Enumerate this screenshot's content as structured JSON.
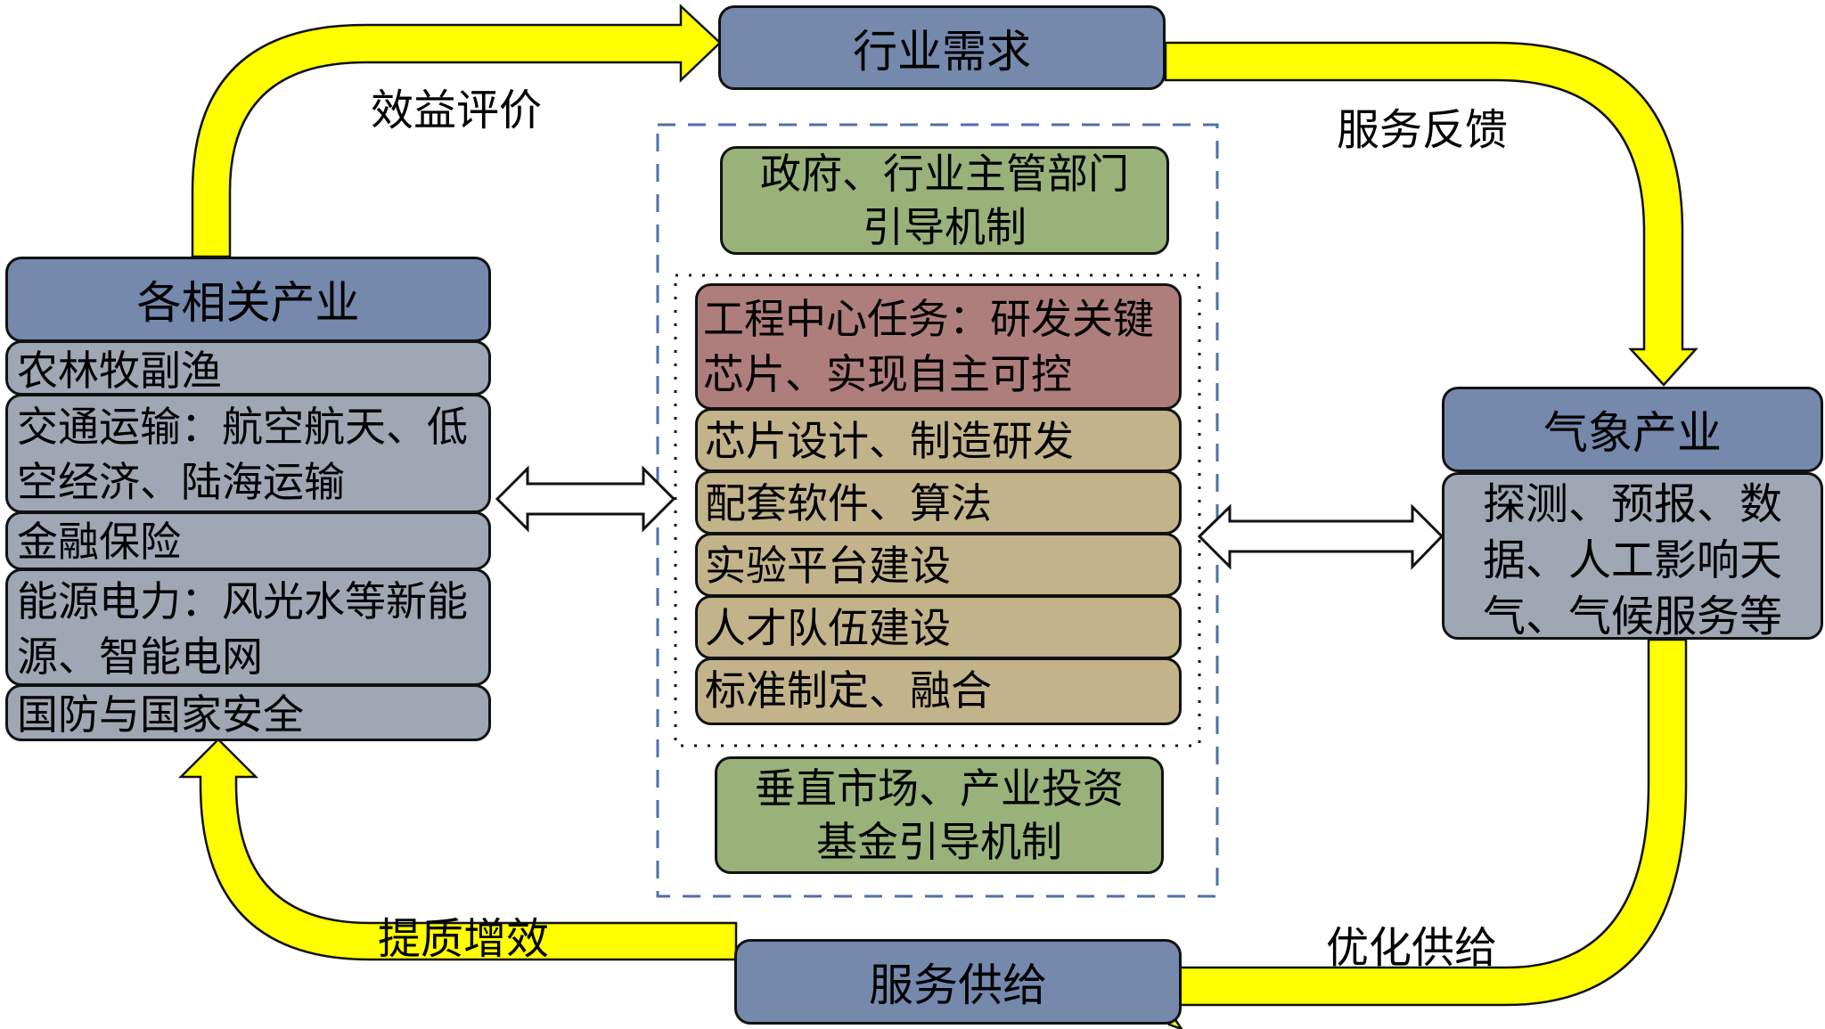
{
  "nodes": {
    "top": "行业需求",
    "right_header": "气象产业",
    "right_body": "探测、预报、数据、人工影响天气、气候服务等",
    "bottom": "服务供给",
    "left_header": "各相关产业",
    "left_items": [
      "农林牧副渔",
      "交通运输：航空航天、低空经济、陆海运输",
      "金融保险",
      "能源电力：风光水等新能源、智能电网",
      "国防与国家安全"
    ]
  },
  "center": {
    "top_mechanism": [
      "政府、行业主管部门",
      "引导机制"
    ],
    "core_task": "工程中心任务：研发关键芯片、实现自主可控",
    "tasks": [
      "芯片设计、制造研发",
      "配套软件、算法",
      "实验平台建设",
      "人才队伍建设",
      "标准制定、融合"
    ],
    "bottom_mechanism": [
      "垂直市场、产业投资",
      "基金引导机制"
    ]
  },
  "flow_labels": {
    "top_left": "效益评价",
    "top_right": "服务反馈",
    "bottom_right": "优化供给",
    "bottom_left": "提质增效"
  },
  "colors": {
    "arrow_fill": "#ffff00",
    "header_fill": "#7589ad",
    "item_fill": "#9ea7b3",
    "mechanism_fill": "#98b27a",
    "core_fill": "#ae7e7d",
    "task_fill": "#c2b38a",
    "dashed_frame": "#4f6fa8"
  }
}
